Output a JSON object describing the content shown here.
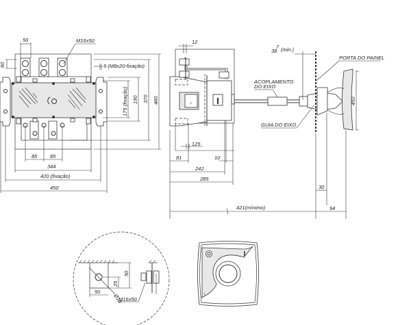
{
  "front_view": {
    "dim_terminal_pitch": "50",
    "bolt_label": "M16x50",
    "dim_terminal_height": "60",
    "fixing_screw": "9 (M8x20-fixação)",
    "dim_175": "175 (fixação)",
    "dim_190": "190",
    "dim_370": "370",
    "dim_480": "480",
    "dim_85a": "85",
    "dim_85b": "85",
    "dim_344": "344",
    "dim_420": "420 (fixação)",
    "dim_450": "450"
  },
  "side_view": {
    "dim_12": "12",
    "dim_38": "38",
    "dim_7": "7",
    "min_label": "(min.)",
    "panel_door": "PORTA DO PAINEL",
    "coupling_1": "ACOPLAMENTO",
    "coupling_2": "DO EIXO",
    "shaft_guide": "GUIA DO EIXO",
    "dim_handle": "450",
    "dim_125": "125",
    "dim_81": "81",
    "dim_10": "10",
    "dim_242": "242",
    "dim_285": "285",
    "dim_30": "30",
    "dim_421": "421(mínimo)",
    "dim_94": "94"
  },
  "detail_view": {
    "dim_height": "50",
    "dim_width": "50",
    "dim_hole": "25",
    "hole_diameter": "Ø18",
    "bolt_label": "M16x50"
  },
  "handle_front": {
    "on_symbol": "I",
    "off_symbol": "↓"
  }
}
